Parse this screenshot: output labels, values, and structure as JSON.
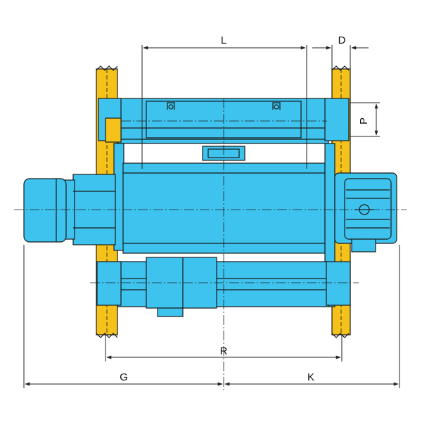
{
  "dimensions": {
    "L": "L",
    "D": "D",
    "P": "P",
    "R": "R",
    "G": "G",
    "K": "K"
  },
  "colors": {
    "hoist_blue": "#3ec3ee",
    "rail_yellow": "#f4c21a",
    "outline": "#1a1a1a",
    "line": "#222222"
  }
}
